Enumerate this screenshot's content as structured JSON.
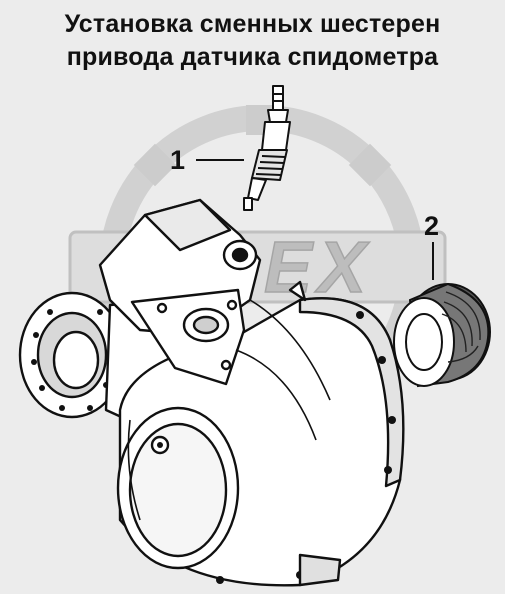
{
  "title": {
    "line1": "Установка сменных шестерен",
    "line2": "привода датчика спидометра"
  },
  "callouts": [
    {
      "label": "1"
    },
    {
      "label": "2"
    }
  ],
  "watermark": {
    "text": "ОВЕХ"
  },
  "colors": {
    "background": "#ececec",
    "ink": "#111111",
    "watermark": "#c9c9c9"
  }
}
